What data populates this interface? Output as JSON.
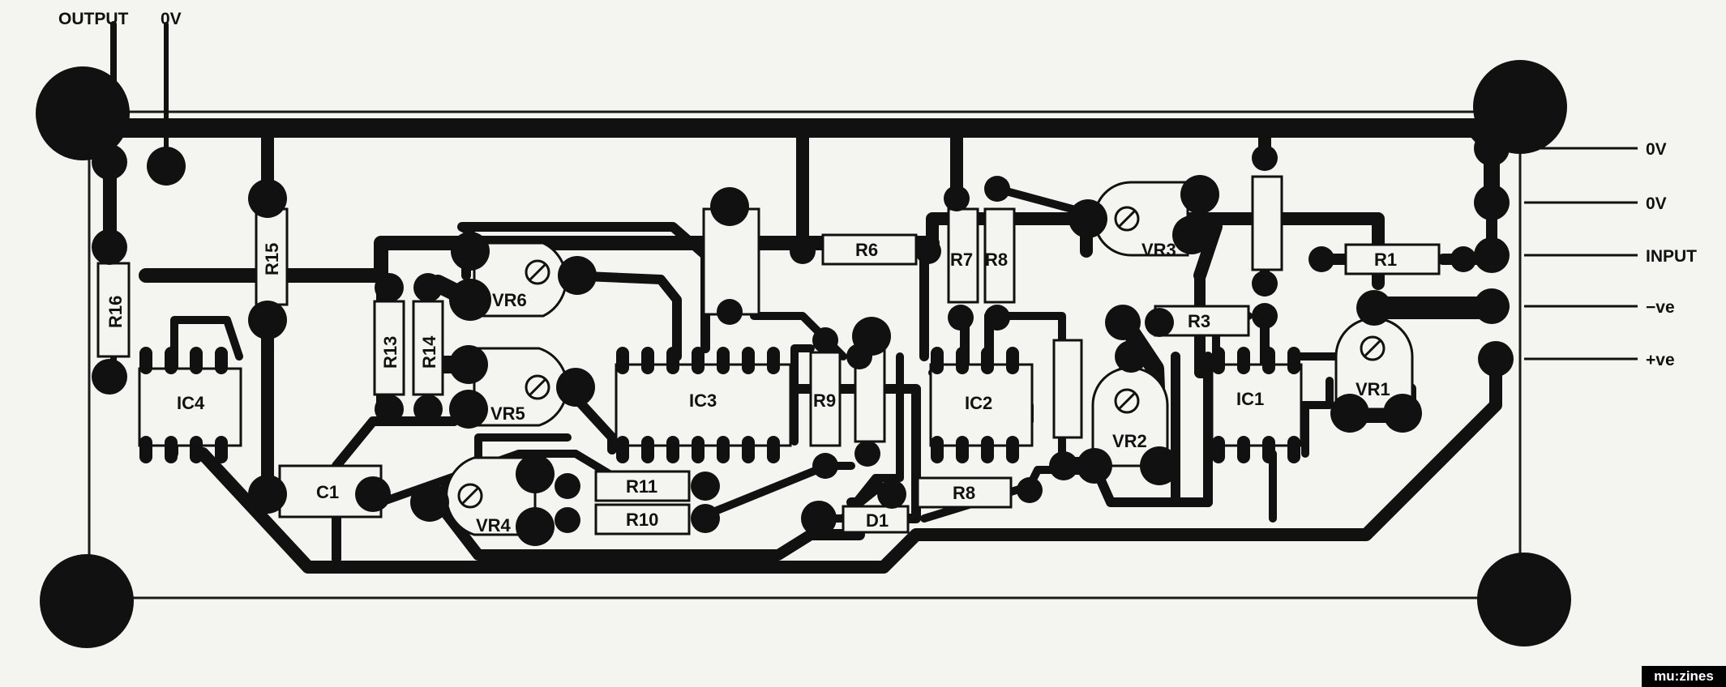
{
  "edge_labels": {
    "output": "OUTPUT",
    "zero_v_top": "0V",
    "zero_v_right_1": "0V",
    "zero_v_right_2": "0V",
    "input": "INPUT",
    "neg_ve": "−ve",
    "pos_ve": "+ve"
  },
  "components": {
    "r1": "R1",
    "r3": "R3",
    "r6": "R6",
    "r7": "R7",
    "r8": "R8",
    "r9": "R9",
    "r10": "R10",
    "r11": "R11",
    "r13": "R13",
    "r14": "R14",
    "r15": "R15",
    "r16": "R16",
    "vr1": "VR1",
    "vr2": "VR2",
    "vr3": "VR3",
    "vr4": "VR4",
    "vr5": "VR5",
    "vr6": "VR6",
    "ic1": "IC1",
    "ic2": "IC2",
    "ic3": "IC3",
    "ic4": "IC4",
    "c1": "C1",
    "d1": "D1"
  },
  "watermark": "mu:zines",
  "colors": {
    "copper": "#111111",
    "paper": "#f4f4f1",
    "outline": "#1a1a1a"
  }
}
